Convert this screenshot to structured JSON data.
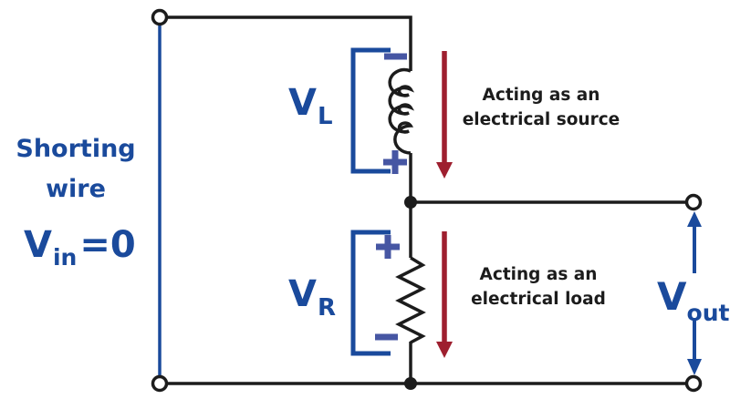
{
  "colors": {
    "blue": "#1a4a9c",
    "sign_blue": "#4656a3",
    "red": "#9e1f2f",
    "ink": "#1c1c1c",
    "background": "#ffffff"
  },
  "labels": {
    "shorting_line1": "Shorting",
    "shorting_line2": "wire",
    "vin_v": "V",
    "vin_sub": "in",
    "vin_rest": "=0",
    "vl_v": "V",
    "vl_sub": "L",
    "vr_v": "V",
    "vr_sub": "R",
    "vout_v": "V",
    "vout_sub": "out",
    "source_line1": "Acting as an",
    "source_line2": "electrical source",
    "load_line1": "Acting as an",
    "load_line2": "electrical load"
  },
  "polarity": {
    "inductor_top": "−",
    "inductor_bottom": "+",
    "resistor_top": "+",
    "resistor_bottom": "−"
  },
  "components": {
    "inductor": "L (coil, acting as electrical source)",
    "resistor": "R (zigzag, acting as electrical load)",
    "shorting_wire": "input shorted, Vin = 0"
  }
}
